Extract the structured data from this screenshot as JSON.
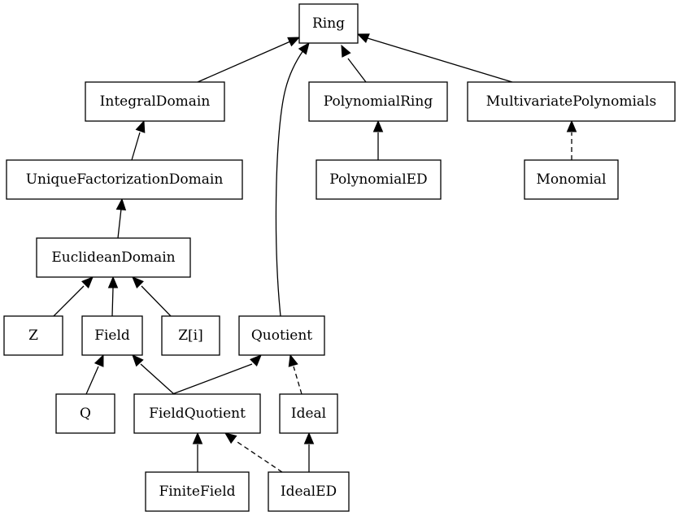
{
  "nodes": [
    {
      "id": "ring",
      "label": "Ring"
    },
    {
      "id": "integral-domain",
      "label": "IntegralDomain"
    },
    {
      "id": "polynomial-ring",
      "label": "PolynomialRing"
    },
    {
      "id": "multivariate-polynomials",
      "label": "MultivariatePolynomials"
    },
    {
      "id": "unique-factorization-domain",
      "label": "UniqueFactorizationDomain"
    },
    {
      "id": "polynomial-ed",
      "label": "PolynomialED"
    },
    {
      "id": "monomial",
      "label": "Monomial"
    },
    {
      "id": "euclidean-domain",
      "label": "EuclideanDomain"
    },
    {
      "id": "z",
      "label": "Z"
    },
    {
      "id": "field",
      "label": "Field"
    },
    {
      "id": "z-i",
      "label": "Z[i]"
    },
    {
      "id": "quotient",
      "label": "Quotient"
    },
    {
      "id": "q",
      "label": "Q"
    },
    {
      "id": "field-quotient",
      "label": "FieldQuotient"
    },
    {
      "id": "ideal",
      "label": "Ideal"
    },
    {
      "id": "finite-field",
      "label": "FiniteField"
    },
    {
      "id": "ideal-ed",
      "label": "IdealED"
    }
  ],
  "edges": [
    {
      "from": "integral-domain",
      "to": "ring",
      "style": "solid"
    },
    {
      "from": "quotient",
      "to": "ring",
      "style": "solid"
    },
    {
      "from": "polynomial-ring",
      "to": "ring",
      "style": "solid"
    },
    {
      "from": "multivariate-polynomials",
      "to": "ring",
      "style": "solid"
    },
    {
      "from": "unique-factorization-domain",
      "to": "integral-domain",
      "style": "solid"
    },
    {
      "from": "polynomial-ed",
      "to": "polynomial-ring",
      "style": "solid"
    },
    {
      "from": "monomial",
      "to": "multivariate-polynomials",
      "style": "dashed"
    },
    {
      "from": "euclidean-domain",
      "to": "unique-factorization-domain",
      "style": "solid"
    },
    {
      "from": "z",
      "to": "euclidean-domain",
      "style": "solid"
    },
    {
      "from": "field",
      "to": "euclidean-domain",
      "style": "solid"
    },
    {
      "from": "z-i",
      "to": "euclidean-domain",
      "style": "solid"
    },
    {
      "from": "q",
      "to": "field",
      "style": "solid"
    },
    {
      "from": "field-quotient",
      "to": "field",
      "style": "solid"
    },
    {
      "from": "field-quotient",
      "to": "quotient",
      "style": "solid"
    },
    {
      "from": "ideal",
      "to": "quotient",
      "style": "dashed"
    },
    {
      "from": "finite-field",
      "to": "field-quotient",
      "style": "solid"
    },
    {
      "from": "ideal-ed",
      "to": "field-quotient",
      "style": "dashed"
    },
    {
      "from": "ideal-ed",
      "to": "ideal",
      "style": "solid"
    }
  ]
}
